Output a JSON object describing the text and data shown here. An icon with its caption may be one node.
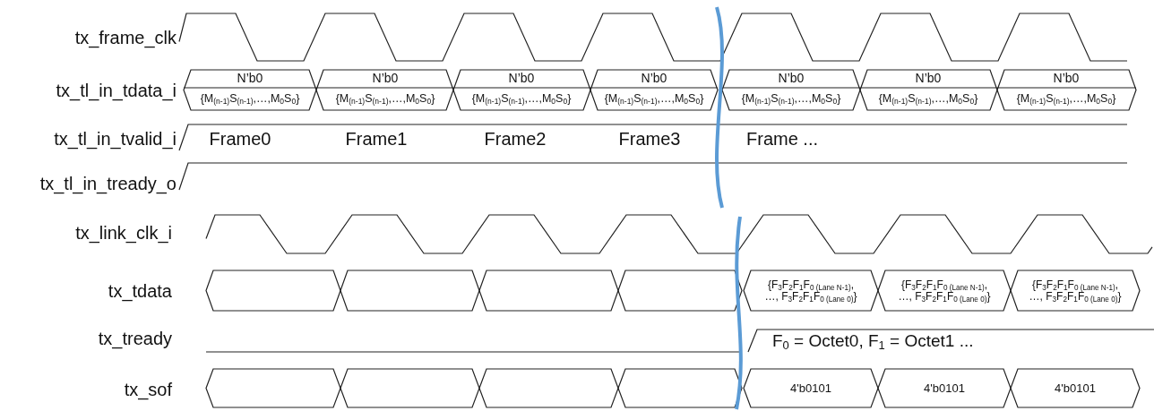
{
  "diagram": {
    "labels": [
      "tx_frame_clk",
      "tx_tl_in_tdata_i",
      "N’b0",
      "N’b0",
      "N’b0",
      "N’b0",
      "N’b0",
      "N’b0",
      "N’b0",
      "{M$_{(n-1)}$S$_{(n-1)}$,…,M$_{0}$S$_{0}$}",
      "{M$_{(n-1)}$S$_{(n-1)}$,…,M$_{0}$S$_{0}$}",
      "{M$_{(n-1)}$S$_{(n-1)}$,…,M$_{0}$S$_{0}$}",
      "{M$_{(n-1)}$S$_{(n-1)}$,…,M$_{0}$S$_{0}$}",
      "{M$_{(n-1)}$S$_{(n-1)}$,…,M$_{0}$S$_{0}$}",
      "{M$_{(n-1)}$S$_{(n-1)}$,…,M$_{0}$S$_{0}$}",
      "{M$_{(n-1)}$S$_{(n-1)}$,…,M$_{0}$S$_{0}$}",
      "tx_tl_in_tvalid_i",
      "Frame0",
      "Frame1",
      "Frame2",
      "Frame3",
      "Frame ...",
      "tx_tl_in_tready_o",
      "tx_link_clk_i",
      "tx_tdata",
      "{F$_{3}$F$_{2}$F$_{1}$F$_{0 (Lane N-1)}$, …, F$_{3}$F$_{2}$F$_{1}$F$_{0 (Lane 0)}$}",
      "{F$_{3}$F$_{2}$F$_{1}$F$_{0 (Lane N-1)}$, …, F$_{3}$F$_{2}$F$_{1}$F$_{0 (Lane 0)}$}",
      "{F$_{3}$F$_{2}$F$_{1}$F$_{0 (Lane N-1)}$, …, F$_{3}$F$_{2}$F$_{1}$F$_{0 (Lane 0)}$}",
      "tx_tready",
      "F$_{0}$ = Octet0, F$_{1}$ = Octet1 ...",
      "tx_sof",
      "4'b0101",
      "4'b0101",
      "4'b0101"
    ]
  }
}
